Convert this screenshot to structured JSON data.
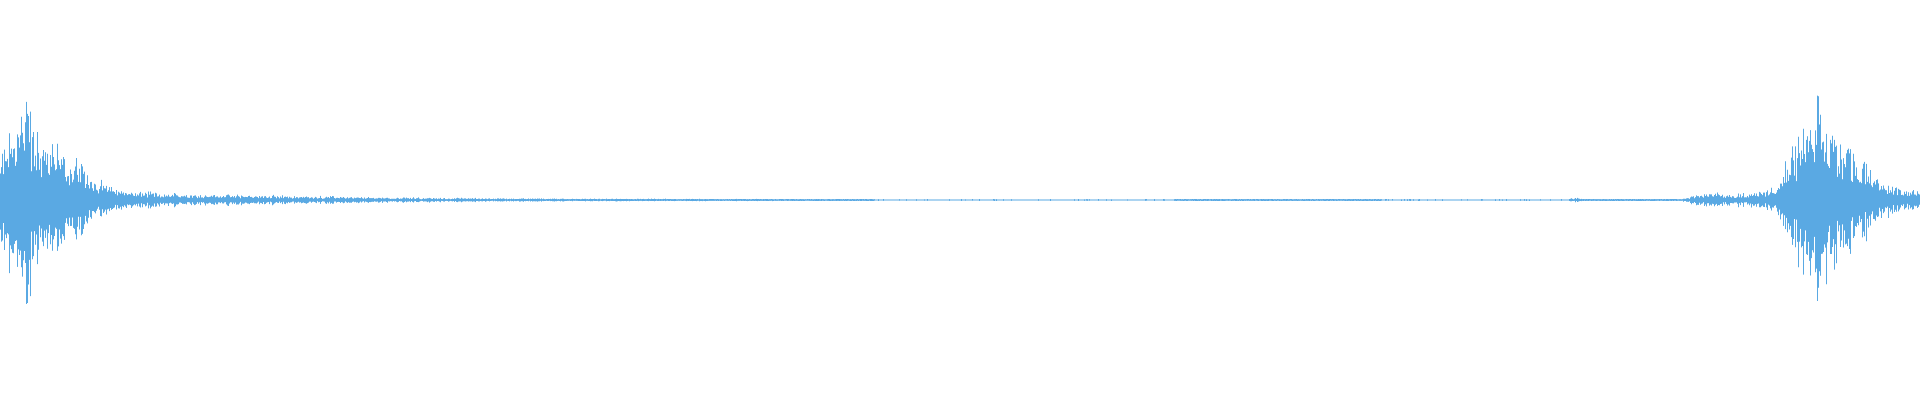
{
  "waveform": {
    "color": "#5aa9e3",
    "background": "#ffffff",
    "envelope": {
      "description_points": [
        [
          0.0,
          0.42
        ],
        [
          0.006,
          0.62
        ],
        [
          0.01,
          0.75
        ],
        [
          0.014,
          1.0
        ],
        [
          0.018,
          0.55
        ],
        [
          0.025,
          0.52
        ],
        [
          0.032,
          0.4
        ],
        [
          0.042,
          0.32
        ],
        [
          0.05,
          0.18
        ],
        [
          0.06,
          0.09
        ],
        [
          0.08,
          0.06
        ],
        [
          0.12,
          0.045
        ],
        [
          0.17,
          0.03
        ],
        [
          0.23,
          0.018
        ],
        [
          0.3,
          0.012
        ],
        [
          0.42,
          0.008
        ],
        [
          0.47,
          0.004
        ],
        [
          0.6,
          0.004
        ],
        [
          0.62,
          0.006
        ],
        [
          0.7,
          0.006
        ],
        [
          0.72,
          0.004
        ],
        [
          0.81,
          0.004
        ],
        [
          0.822,
          0.02
        ],
        [
          0.826,
          0.006
        ],
        [
          0.876,
          0.008
        ],
        [
          0.882,
          0.035
        ],
        [
          0.89,
          0.06
        ],
        [
          0.9,
          0.05
        ],
        [
          0.915,
          0.06
        ],
        [
          0.925,
          0.12
        ],
        [
          0.935,
          0.45
        ],
        [
          0.942,
          0.62
        ],
        [
          0.948,
          0.82
        ],
        [
          0.952,
          0.62
        ],
        [
          0.958,
          0.58
        ],
        [
          0.966,
          0.42
        ],
        [
          0.975,
          0.26
        ],
        [
          0.985,
          0.12
        ],
        [
          1.0,
          0.08
        ]
      ],
      "gaps": [
        [
          0.455,
          0.612
        ],
        [
          0.72,
          0.818
        ]
      ]
    }
  }
}
